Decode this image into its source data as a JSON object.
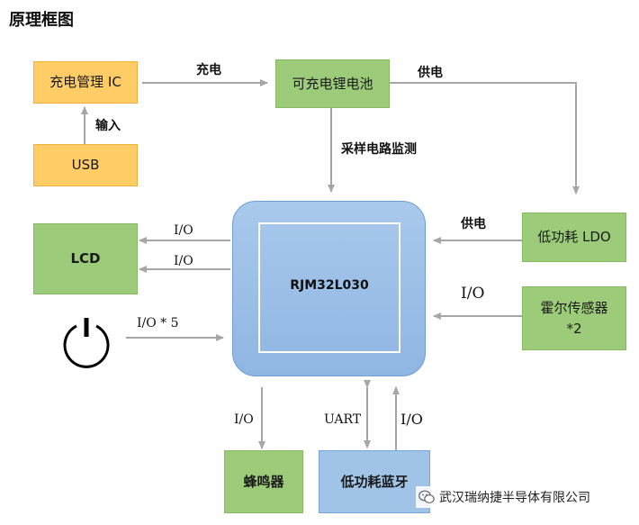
{
  "title": "原理框图",
  "blocks": {
    "charger_ic": "充电管理 IC",
    "usb": "USB",
    "battery": "可充电锂电池",
    "ldo": "低功耗 LDO",
    "hall_line1": "霍尔传感器",
    "hall_line2": "*2",
    "lcd": "LCD",
    "mcu": "RJM32L030",
    "buzzer": "蜂鸣器",
    "ble": "低功耗蓝牙"
  },
  "labels": {
    "charge": "充电",
    "input": "输入",
    "supply_top": "供电",
    "sampling": "采样电路监测",
    "supply_right": "供电",
    "io_lcd_1": "I/O",
    "io_lcd_2": "I/O",
    "io_power": "I/O * 5",
    "io_hall": "I/O",
    "io_buzzer": "I/O",
    "uart": "UART",
    "io_ble": "I/O"
  },
  "icons": {
    "power": "power-icon",
    "watermark_logo": "wechat-icon"
  },
  "watermark": "武汉瑞纳捷半导体有限公司",
  "colors": {
    "orange_fill": "#ffcc66",
    "green_fill": "#9ccc7a",
    "blue_fill": "#9fc4e8",
    "arrow": "#a6a6a6"
  }
}
